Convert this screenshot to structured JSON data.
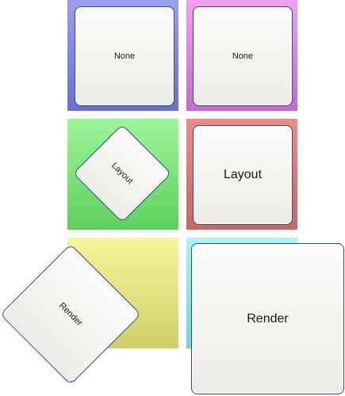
{
  "rows": [
    {
      "left": {
        "label": "None"
      },
      "right": {
        "label": "None"
      }
    },
    {
      "left": {
        "label": "Layout"
      },
      "right": {
        "label": "Layout"
      }
    },
    {
      "left": {
        "label": "Render"
      },
      "right": {
        "label": "Render"
      }
    }
  ],
  "colors": {
    "tile_blue": "#7b80dc",
    "tile_magenta": "#d77ee0",
    "tile_green": "#79dd76",
    "tile_red": "#de7573",
    "tile_yellow": "#e0e07e",
    "tile_cyan": "#8ee3e3",
    "card_border": "#2c4f86",
    "card_fill": "#f5f5f2"
  }
}
